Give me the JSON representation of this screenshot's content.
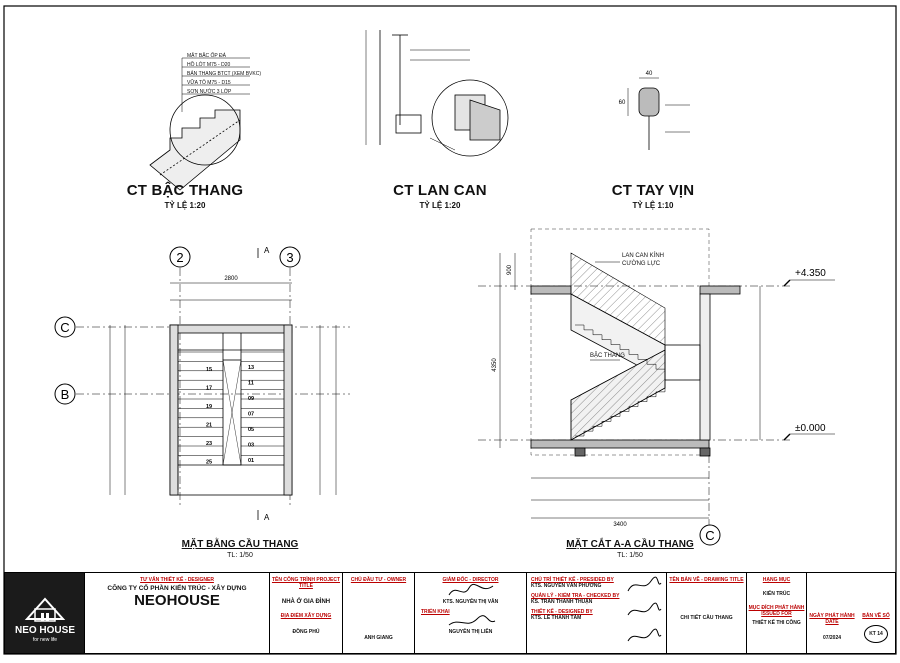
{
  "drawings": {
    "step_detail": {
      "title": "CT BẬC THANG",
      "scale": "TỶ LỆ 1:20",
      "callouts": [
        "MẶT BẬC ỐP ĐÁ",
        "HỒ LÓT M75 - D20",
        "BẢN THANG BTCT (XEM BVKC)",
        "VỮA TÔ M75 - D15",
        "SƠN NƯỚC 3 LỚP"
      ]
    },
    "railing_detail": {
      "title": "CT LAN CAN",
      "scale": "TỶ LỆ 1:20"
    },
    "handrail_detail": {
      "title": "CT TAY VỊN",
      "scale": "TỶ LỆ 1:10",
      "dim_top": "40",
      "dim_side": "60"
    },
    "plan": {
      "title": "MẶT BẰNG CẦU THANG",
      "scale": "TL: 1/50",
      "grid_2": "2",
      "grid_3": "3",
      "grid_c": "C",
      "grid_b": "B",
      "section_mark": "A",
      "dim_overall": "2800",
      "step_numbers_left": [
        "15",
        "17",
        "19",
        "21",
        "23",
        "25"
      ],
      "step_numbers_right": [
        "13",
        "11",
        "09",
        "07",
        "05",
        "03",
        "01"
      ]
    },
    "section": {
      "title": "MẶT CẮT A-A CẦU THANG",
      "scale": "TL: 1/50",
      "label_railing": "LAN CAN KÍNH\nCƯỜNG LỰC",
      "label_steps": "BẬC THANG",
      "level_top": "+4.350",
      "level_bottom": "±0.000",
      "dim_height": "4350",
      "dim_top": "900",
      "dim_width": "3400",
      "grid_c": "C"
    }
  },
  "title_block": {
    "company": {
      "label": "TƯ VẤN THIẾT KẾ - DESIGNER",
      "name_line": "CÔNG TY CỔ PHẦN KIẾN TRÚC - XÂY DỰNG",
      "brand": "NEOHOUSE",
      "logo_text": "NEO HOUSE",
      "logo_tagline": "for new life"
    },
    "project": {
      "label": "TÊN CÔNG TRÌNH PROJECT TITLE",
      "name": "NHÀ Ở GIA ĐÌNH",
      "location_label": "ĐỊA ĐIỂM XÂY DỰNG",
      "location": "ĐỒNG PHÚ"
    },
    "owner": {
      "label": "CHỦ ĐẦU TƯ - OWNER",
      "name": "ANH GIANG"
    },
    "director": {
      "label": "GIÁM ĐỐC - DIRECTOR",
      "name": "KTS. NGUYỄN THỊ VÂN",
      "role2": "TRIỂN KHAI",
      "name2": "NGUYỄN THỊ LIÊN"
    },
    "team": [
      {
        "role": "CHỦ TRÌ THIẾT KẾ - PRESIDED BY",
        "name": "KTS. NGUYỄN VĂN PHƯƠNG"
      },
      {
        "role": "QUẢN LÝ - KIỂM TRA - CHECKED BY",
        "name": "KS. TRẦN THANH THUẬN"
      },
      {
        "role": "THIẾT KẾ - DESIGNED BY",
        "name": "KTS. LÊ THANH TÂM"
      }
    ],
    "drawing": {
      "label": "TÊN BẢN VẼ - DRAWING TITLE",
      "name": "CHI TIẾT CẦU THANG"
    },
    "category": {
      "label": "HẠNG MỤC",
      "value": "KIẾN TRÚC"
    },
    "issue": {
      "purpose_label": "MỤC ĐÍCH PHÁT HÀNH ISSUED FOR",
      "purpose": "THIẾT KẾ THI CÔNG",
      "date_label": "NGÀY PHÁT HÀNH DATE",
      "date": "07/2024",
      "sheet_label": "BẢN VẼ SỐ",
      "sheet": "KT 14"
    }
  }
}
